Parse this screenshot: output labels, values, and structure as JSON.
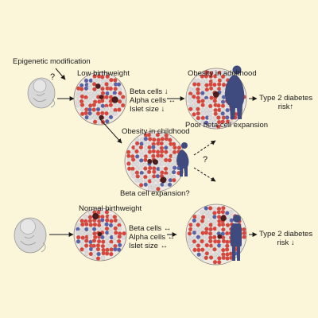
{
  "colors": {
    "background": "#fbf5d9",
    "silhouette": "#3f4a7e",
    "fetus": "#d8d8d8",
    "beta_cell": "#d9453a",
    "alpha_cell": "#5661a8",
    "other_cell": "#dcdcdc",
    "dark_cell": "#4a1e1e"
  },
  "top": {
    "epigenetic_label": "Epigenetic modification",
    "question_mark": "?",
    "low_birthweight_label": "Low birthweight",
    "changes": [
      "Beta cells ↓",
      "Alpha cells ↔",
      "Islet size ↓"
    ],
    "obesity_adult_label": "Obesity in adulthood",
    "poor_expansion_label": "Poor beta cell expansion",
    "risk_label": "Type 2 diabetes\nrisk↑"
  },
  "middle": {
    "obesity_child_label": "Obesity in childhood",
    "expansion_question_label": "Beta cell expansion?",
    "question_mark": "?"
  },
  "bottom": {
    "normal_birthweight_label": "Normal birthweight",
    "changes": [
      "Beta cells ↔",
      "Alpha cells ↔",
      "Islet size ↔"
    ],
    "risk_label": "Type 2 diabetes\nrisk ↓"
  }
}
